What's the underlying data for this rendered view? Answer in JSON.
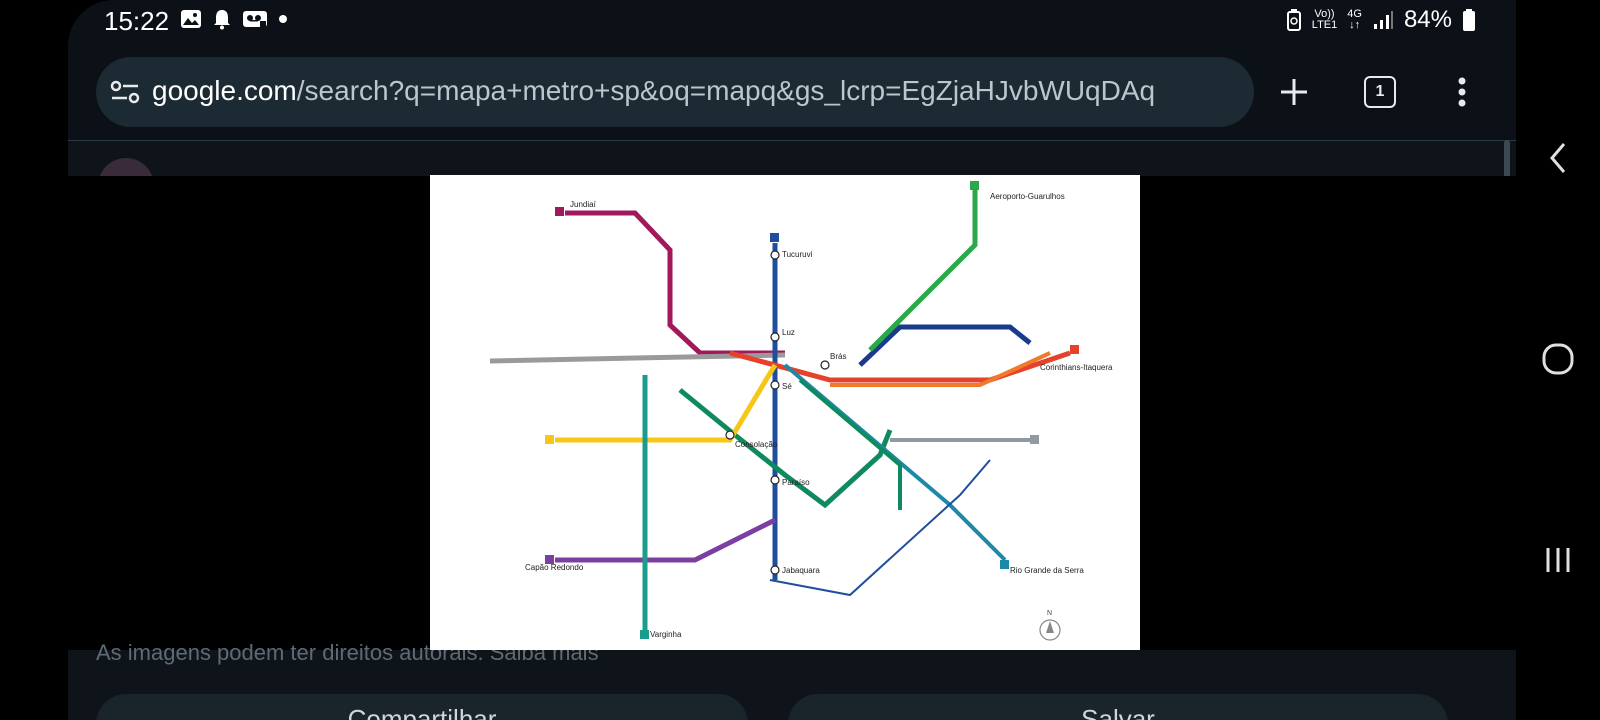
{
  "status": {
    "time": "15:22",
    "network_top": "Vo))",
    "network_bottom": "LTE1",
    "signal_gen_top": "4G",
    "signal_gen_bottom": "↓↑",
    "battery": "84%"
  },
  "browser": {
    "url_domain": "google.com",
    "url_path": "/search?q=mapa+metro+sp&oq=mapq&gs_lcrp=EgZjaHJvbWUqDAq",
    "tab_count": "1",
    "icons": [
      "tune-icon",
      "plus-icon",
      "tabs-icon",
      "more-vert-icon"
    ]
  },
  "page": {
    "copyright_notice": "As imagens podem ter direitos autorais. Saiba mais",
    "share_button": "Compartilhar",
    "save_button": "Salvar"
  },
  "map": {
    "lines": [
      {
        "id": "1",
        "color": "#1f4e9c"
      },
      {
        "id": "2",
        "color": "#0f8a5f"
      },
      {
        "id": "3",
        "color": "#e5412b"
      },
      {
        "id": "4",
        "color": "#f6c718"
      },
      {
        "id": "5",
        "color": "#7b3fa0"
      },
      {
        "id": "7",
        "color": "#a2195b"
      },
      {
        "id": "8",
        "color": "#9a9a9a"
      },
      {
        "id": "9",
        "color": "#1c9c8c"
      },
      {
        "id": "10",
        "color": "#1e88a8"
      },
      {
        "id": "11",
        "color": "#ef7b2a"
      },
      {
        "id": "12",
        "color": "#1a3b8c"
      },
      {
        "id": "13",
        "color": "#2aa84a"
      },
      {
        "id": "15",
        "color": "#8f9aa3"
      }
    ],
    "labels": {
      "line7_origin": "Jundiaí",
      "line1_north": "Tucuruvi",
      "line1_south": "Jabaquara",
      "line13_end": "Aeroporto-Guarulhos",
      "line2_center": "Consolação",
      "line3_east": "Corinthians-Itaquera",
      "line10_end": "Rio Grande da Serra",
      "line9_south": "Varginha",
      "line5_end": "Capão Redondo",
      "center": "Sé",
      "luz": "Luz",
      "bras": "Brás",
      "paraiso": "Paraíso",
      "north_arrow": "N"
    }
  },
  "navbar": {
    "icons": [
      "back-icon",
      "home-icon",
      "recents-icon"
    ]
  }
}
